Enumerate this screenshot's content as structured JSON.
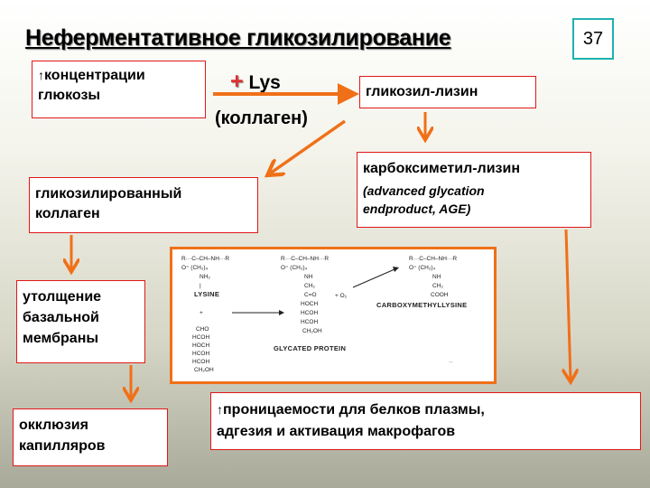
{
  "title": "Неферментативное гликозилирование",
  "slide_number": "37",
  "boxes": {
    "glucose": {
      "line1": "концентрации",
      "line2": "глюкозы"
    },
    "glycosyl_lysine": "гликозил-лизин",
    "cml": {
      "line1": "карбоксиметил-лизин",
      "sub1": "(advanced glycation",
      "sub2": "endproduct, AGE)"
    },
    "glycated_collagen": {
      "line1": "гликозилированный",
      "line2": "коллаген"
    },
    "thickening": {
      "line1": "утолщение",
      "line2": "базальной",
      "line3": "мембраны"
    },
    "occlusion": {
      "line1": "окклюзия",
      "line2": "капилляров"
    },
    "permeability": {
      "line1": "проницаемости для белков плазмы,",
      "line2": "адгезия и активация макрофагов"
    }
  },
  "reaction": {
    "plus": "+",
    "lys": "Lys",
    "collagen": "(коллаген)"
  },
  "up_arrow": "↑",
  "chem_labels": {
    "lysine": "LYSINE",
    "cml": "CARBOXYMETHYLLYSINE",
    "glycated": "GLYCATED PROTEIN",
    "o2": "+ O₂"
  },
  "colors": {
    "arrow": "#f07018",
    "box_border": "#e01818",
    "slide_no_border": "#1fb1b0"
  }
}
